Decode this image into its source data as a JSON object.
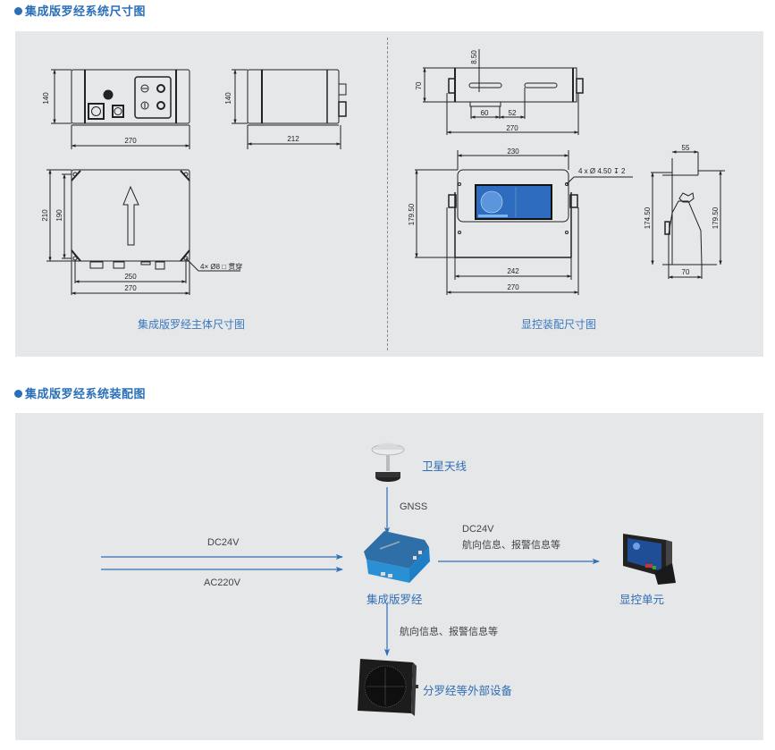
{
  "sections": [
    {
      "title": "集成版罗经系统尺寸图"
    },
    {
      "title": "集成版罗经系统装配图"
    }
  ],
  "dimension_drawings": {
    "main_body": {
      "caption": "集成版罗经主体尺寸图",
      "front_view": {
        "height": "140",
        "width": "270"
      },
      "side_view": {
        "height": "140",
        "width": "212"
      },
      "top_view": {
        "outer_height": "210",
        "inner_height": "190",
        "hole_span": "250",
        "width": "270",
        "hole_note": "4× Ø8 □ 贯穿"
      }
    },
    "display_mount": {
      "caption": "显控装配尺寸图",
      "top_view": {
        "height": "70",
        "slot_offset": "8.50",
        "slot_len": "60",
        "slot_gap": "52",
        "width": "270"
      },
      "front_view": {
        "top_width": "230",
        "height": "179.50",
        "inner_width": "242",
        "width": "270",
        "hole_note": "4 x Ø 4.50 ↧ 2"
      },
      "side_view": {
        "top_width": "55",
        "height_left": "174.50",
        "height_right": "179.50",
        "bottom_width": "70"
      }
    }
  },
  "assembly": {
    "antenna": {
      "label": "卫星天线"
    },
    "gnss_label": "GNSS",
    "power_inputs": [
      {
        "label": "DC24V"
      },
      {
        "label": "AC220V"
      }
    ],
    "compass": {
      "label": "集成版罗经"
    },
    "to_display": {
      "line1": "DC24V",
      "line2": "航向信息、报警信息等"
    },
    "display_unit": {
      "label": "显控单元"
    },
    "to_external": {
      "label": "航向信息、报警信息等"
    },
    "external": {
      "label": "分罗经等外部设备"
    }
  },
  "colors": {
    "accent": "#2a6fb8",
    "panel_bg": "#e6e7e9",
    "arrow": "#2f6fb5"
  }
}
